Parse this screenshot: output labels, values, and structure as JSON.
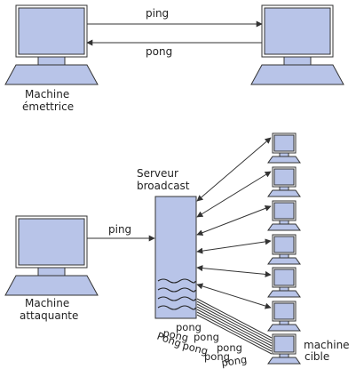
{
  "top": {
    "ping_label": "ping",
    "pong_label": "pong",
    "sender_label_line1": "Machine",
    "sender_label_line2": "émettrice"
  },
  "bottom": {
    "server_label_line1": "Serveur",
    "server_label_line2": "broadcast",
    "ping_label": "ping",
    "attacker_label_line1": "Machine",
    "attacker_label_line2": "attaquante",
    "pong_words": [
      "pong",
      "pong",
      "pong",
      "pong",
      "pong",
      "pong",
      "Pong",
      "pong"
    ],
    "target_label_line1": "machine",
    "target_label_line2": "cible"
  },
  "colors": {
    "machine_fill": "#b8c4e8",
    "outline": "#333333"
  }
}
